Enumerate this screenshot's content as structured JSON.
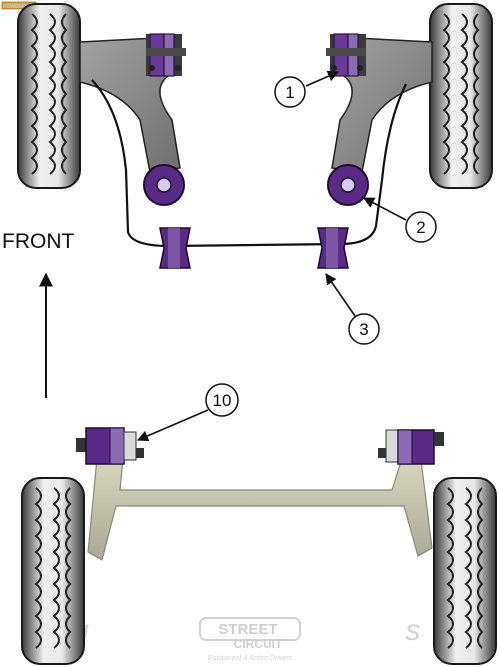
{
  "labels": {
    "front": "FRONT",
    "callout_1": "1",
    "callout_2": "2",
    "callout_3": "3",
    "callout_10": "10"
  },
  "watermark": {
    "brand_line1": "STREET",
    "brand_line2": "CIRCUIT",
    "tagline": "Equipment 4 Active Drivers",
    "background_text": "Eq                                      s"
  },
  "corner_logo_text": "POWERFLEX",
  "colors": {
    "bush_purple": "#5b2a86",
    "bush_purple_light": "#8c6bb4",
    "arm_grey": "#8f8f8f",
    "rear_beam": "#c9c9b2",
    "tyre_dark": "#2b2b2b",
    "tyre_light": "#e6e6e6",
    "ink": "#111111"
  }
}
